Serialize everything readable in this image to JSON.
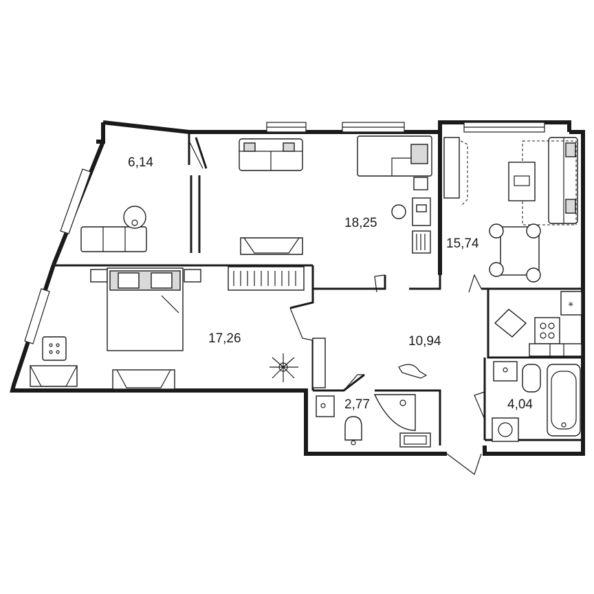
{
  "rooms": {
    "balcony": {
      "area": "6,14"
    },
    "living_room": {
      "area": "18,25"
    },
    "kitchen": {
      "area": "15,74"
    },
    "bedroom": {
      "area": "17,26"
    },
    "hall": {
      "area": "10,94"
    },
    "toilet": {
      "area": "2,77"
    },
    "bathroom": {
      "area": "4,04"
    }
  }
}
